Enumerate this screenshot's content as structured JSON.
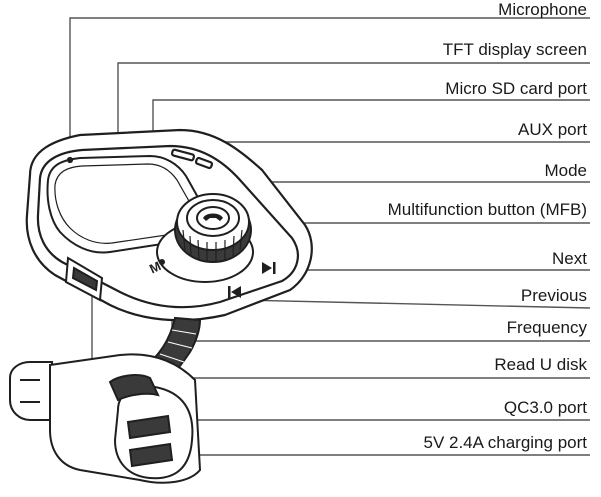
{
  "labels": [
    "Microphone",
    "TFT display screen",
    "Micro SD card port",
    "AUX port",
    "Mode",
    "Multifunction button (MFB)",
    "Next",
    "Previous",
    "Frequency",
    "Read U disk",
    "QC3.0 port",
    "5V 2.4A charging port"
  ],
  "colors": {
    "line": "#555555",
    "device_stroke": "#1f1f1f",
    "device_fill": "#ffffff",
    "shade": "#3a3a3a"
  },
  "icons": [
    "mode-icon",
    "next-icon",
    "previous-icon"
  ]
}
